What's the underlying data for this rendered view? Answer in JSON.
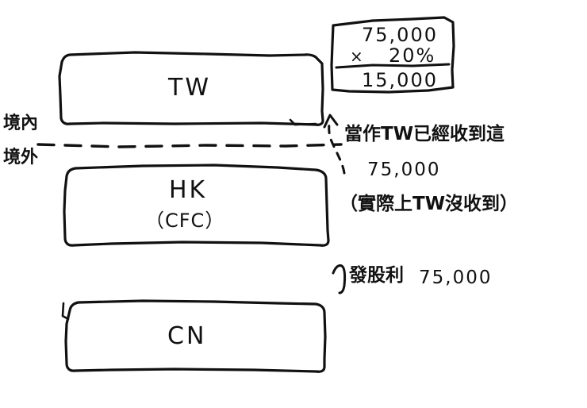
{
  "diagram": {
    "title_text": "",
    "ink_color": "#111111",
    "background_color": "#ffffff"
  },
  "region_labels": {
    "domestic": "境內",
    "overseas": "境外"
  },
  "entities": [
    {
      "id": "tw",
      "label": "TW",
      "sublabel": ""
    },
    {
      "id": "hk",
      "label": "HK",
      "sublabel": "（CFC）"
    },
    {
      "id": "cn",
      "label": "CN",
      "sublabel": ""
    }
  ],
  "calc_box": {
    "line1": "75,000",
    "operator": "×",
    "rate": "20%",
    "result": "15,000"
  },
  "annotations": {
    "deemed_receipt_line1": "當作TW已經收到這",
    "deemed_receipt_amount": "75,000",
    "deemed_receipt_line3": "（實際上TW沒收到）",
    "dividend_label": "發股利",
    "dividend_amount": "75,000"
  },
  "arrows": {
    "dividend_arrow": "up-arrow-icon",
    "deemed_flow_arrow": "dashed-curved-up-arrow-icon",
    "border_line": "dashed-horizontal-border"
  }
}
